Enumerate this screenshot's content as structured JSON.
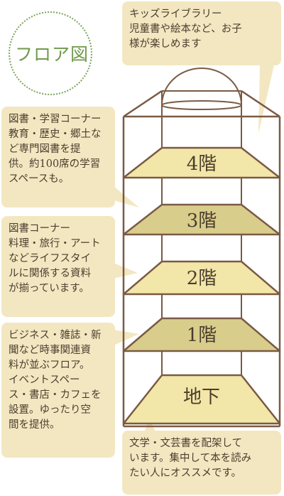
{
  "title": "フロア図",
  "floors": [
    {
      "label": "4階",
      "color": "#f2e6a8"
    },
    {
      "label": "3階",
      "color": "#d9cd8c"
    },
    {
      "label": "2階",
      "color": "#f2e6a8"
    },
    {
      "label": "1階",
      "color": "#d9cd8c"
    },
    {
      "label": "地下",
      "color": "#f2e6a8"
    }
  ],
  "callouts": {
    "kids": [
      "キッズライブラリー",
      "児童書や絵本など、お子",
      "様が楽しめます"
    ],
    "floor4": [
      "図書・学習コーナー",
      "教育・歴史・郷土な",
      "ど専門図書を提",
      "供。約100席の学習",
      "スペースも。"
    ],
    "floor3": [
      "図書コーナー",
      "料理・旅行・アート",
      "などライフスタイ",
      "ルに関係する資料",
      "が揃っています。"
    ],
    "floor1": [
      "ビジネス・雑誌・新",
      "聞など時事関連資",
      "料が並ぶフロア。",
      "イベントスペー",
      "ス・書店・カフェを",
      "設置。ゆったり空",
      "間を提供。"
    ],
    "basement": [
      "文学・文芸書を配架して",
      "います。集中して本を読み",
      "たい人にオススメです。"
    ]
  },
  "colors": {
    "outline": "#7a5a44",
    "callout_bg": "#f3e7c2",
    "title_green": "#6f9a4c"
  }
}
